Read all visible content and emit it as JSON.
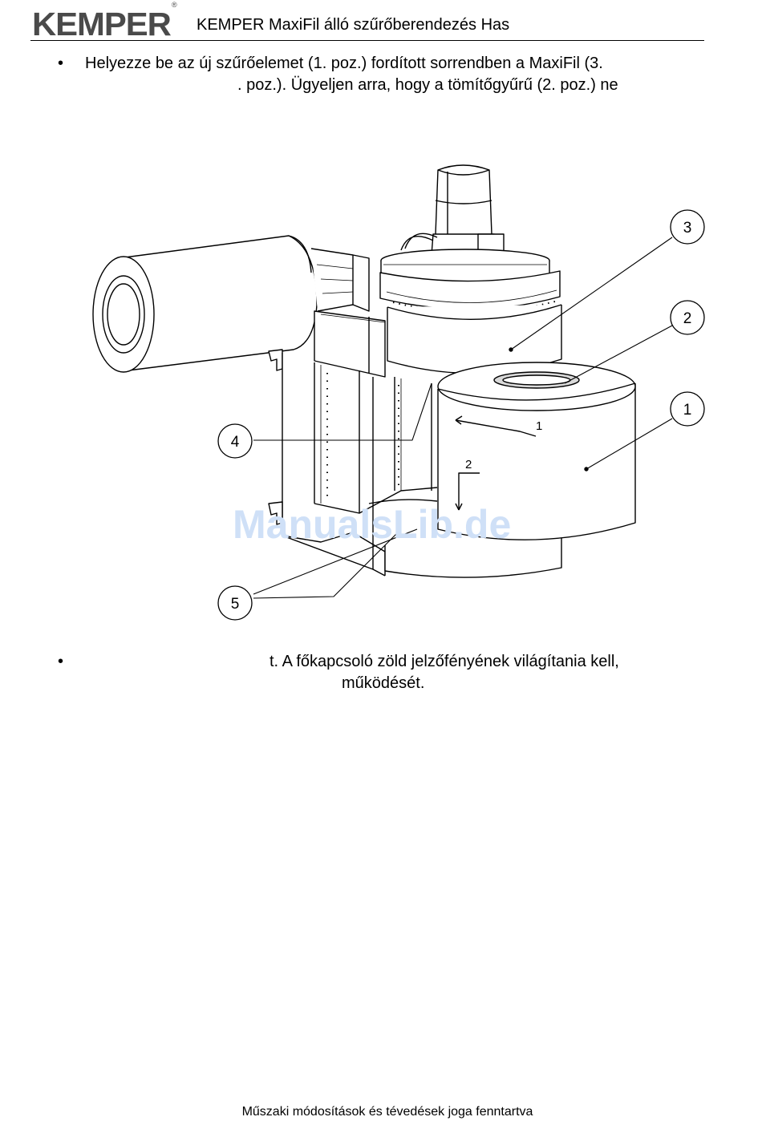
{
  "header": {
    "logo_text": "KEMPER",
    "logo_mark": "®",
    "title": "KEMPER MaxiFil álló szűrőberendezés Has"
  },
  "bullets": [
    {
      "symbol": "•",
      "line1": "Helyezze be az új szűrőelemet (1. poz.) fordított sorrendben a MaxiFil (3.",
      "line2": ". poz.). Ügyeljen arra, hogy a tömítőgyűrű (2. poz.) ne"
    },
    {
      "symbol": "•",
      "line1": "t. A főkapcsoló zöld jelzőfényének világítania kell,",
      "line2": "működését."
    }
  ],
  "figure": {
    "callouts": [
      "3",
      "2",
      "1",
      "4",
      "5"
    ],
    "inline_labels": [
      "1",
      "2"
    ]
  },
  "watermark": "ManualsLib.de",
  "footer": "Műszaki módosítások és tévedések joga fenntartva"
}
